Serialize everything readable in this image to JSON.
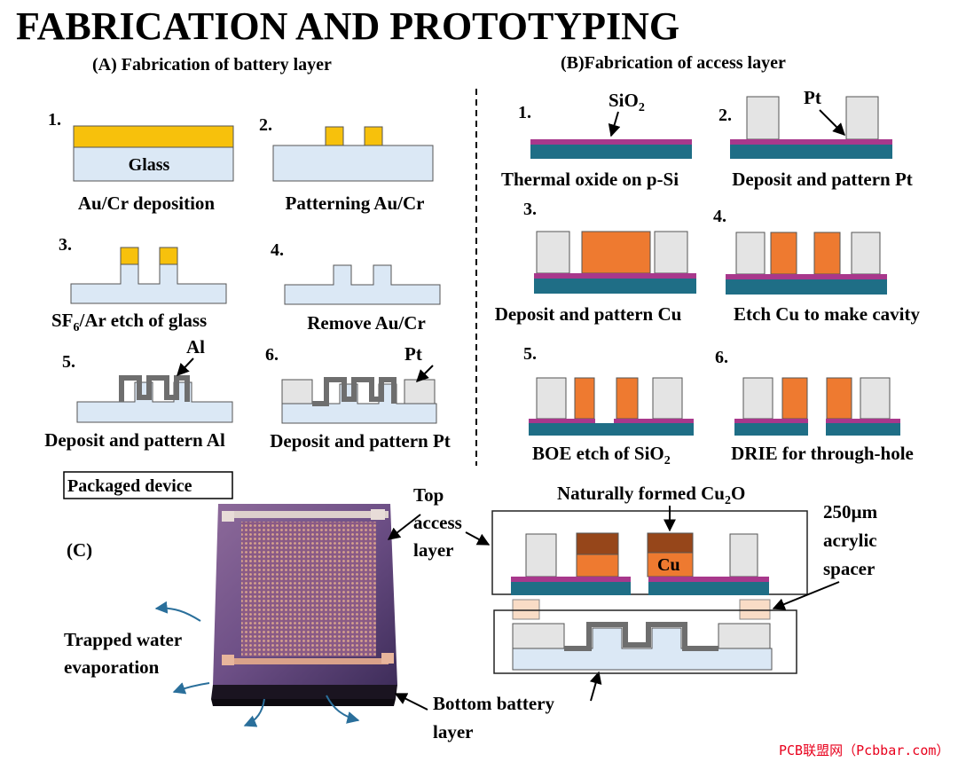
{
  "title": "FABRICATION AND PROTOTYPING",
  "panel_a": {
    "heading": "(A) Fabrication of battery layer",
    "steps": [
      {
        "num": "1.",
        "caption": "Au/Cr deposition",
        "inner": "Glass"
      },
      {
        "num": "2.",
        "caption": "Patterning Au/Cr"
      },
      {
        "num": "3.",
        "caption_pre": "SF",
        "caption_sub": "6",
        "caption_post": "/Ar etch of glass"
      },
      {
        "num": "4.",
        "caption": "Remove Au/Cr"
      },
      {
        "num": "5.",
        "caption": "Deposit and pattern Al",
        "callout": "Al"
      },
      {
        "num": "6.",
        "caption": "Deposit and pattern Pt",
        "callout": "Pt"
      }
    ]
  },
  "panel_b": {
    "heading": "(B)Fabrication of access layer",
    "steps": [
      {
        "num": "1.",
        "caption": "Thermal oxide on p-Si",
        "callout_pre": "SiO",
        "callout_sub": "2"
      },
      {
        "num": "2.",
        "caption": "Deposit and pattern Pt",
        "callout": "Pt"
      },
      {
        "num": "3.",
        "caption": "Deposit and pattern Cu"
      },
      {
        "num": "4.",
        "caption": "Etch Cu to make cavity"
      },
      {
        "num": "5.",
        "caption_pre": "BOE etch of SiO",
        "caption_sub": "2"
      },
      {
        "num": "6.",
        "caption": "DRIE for through-hole"
      }
    ]
  },
  "panel_c": {
    "label": "(C)",
    "packaged_device": "Packaged device",
    "top_access_1": "Top",
    "top_access_2": "access",
    "top_access_3": "layer",
    "trapped_1": "Trapped water",
    "trapped_2": "evaporation",
    "bottom_1": "Bottom battery",
    "bottom_2": "layer",
    "cu2o_pre": "Naturally formed Cu",
    "cu2o_sub": "2",
    "cu2o_post": "O",
    "cu_label": "Cu",
    "spacer_1": "250µm",
    "spacer_2": "acrylic",
    "spacer_3": "spacer"
  },
  "watermark": "PCB联盟网（Pcbbar.com）",
  "colors": {
    "glass": "#dbe8f5",
    "gold": "#f7c10c",
    "pt": "#e4e4e4",
    "al": "#6e6e6e",
    "sio2": "#a8388c",
    "si": "#1f6e86",
    "cu": "#ee7a30",
    "cu2o": "#96461a",
    "spacer": "#f9dcc6",
    "watermark": "#e8001c"
  }
}
